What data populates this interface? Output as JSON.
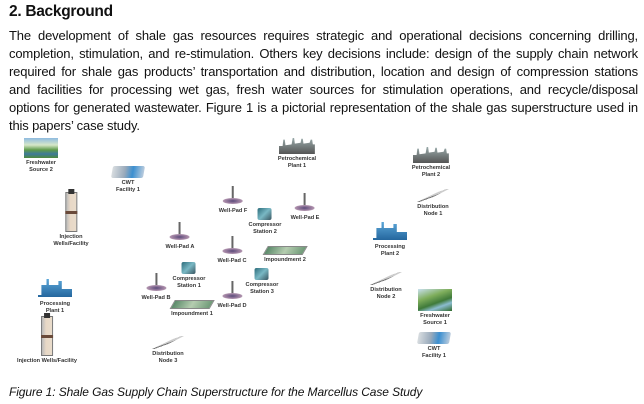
{
  "section": {
    "heading": "2. Background"
  },
  "paragraph_lines": [
    "The development of shale gas resources requires strategic and operational decisions concerning drilling,",
    "completion, stimulation, and re-stimulation. Others key decisions include: design of the supply chain network",
    "required for shale gas products’ transportation and distribution, location and design of compression stations",
    "and facilities for processing wet gas, fresh water sources for stimulation operations, and recycle/disposal",
    "options for generated wastewater. Figure 1 is a pictorial representation of the shale gas superstructure used in",
    "this papers’ case study."
  ],
  "figure": {
    "caption": "Figure 1: Shale Gas Supply Chain Superstructure for the Marcellus Case Study",
    "nodes": [
      {
        "label1": "Freshwater",
        "label2": "Source 2",
        "icon": "freshwater-icon"
      },
      {
        "label1": "CWT",
        "label2": "Facility 1",
        "icon": "cwt-facility-icon"
      },
      {
        "label1": "Injection",
        "label2": "Wells/Facility",
        "icon": "injection-well-icon"
      },
      {
        "label1": "Petrochemical",
        "label2": "Plant 1",
        "icon": "petrochemical-plant-icon"
      },
      {
        "label1": "Petrochemical",
        "label2": "Plant 2",
        "icon": "petrochemical-plant-icon"
      },
      {
        "label1": "Well-Pad F",
        "label2": "",
        "icon": "well-pad-icon"
      },
      {
        "label1": "Compressor",
        "label2": "Station 2",
        "icon": "compressor-icon"
      },
      {
        "label1": "Well-Pad E",
        "label2": "",
        "icon": "well-pad-icon"
      },
      {
        "label1": "Distribution",
        "label2": "Node 1",
        "icon": "pipeline-icon"
      },
      {
        "label1": "Well-Pad A",
        "label2": "",
        "icon": "well-pad-icon"
      },
      {
        "label1": "Processing",
        "label2": "Plant 2",
        "icon": "processing-plant-icon"
      },
      {
        "label1": "Well-Pad C",
        "label2": "",
        "icon": "well-pad-icon"
      },
      {
        "label1": "Impoundment 2",
        "label2": "",
        "icon": "impoundment-icon"
      },
      {
        "label1": "Compressor",
        "label2": "Station 1",
        "icon": "compressor-icon"
      },
      {
        "label1": "Compressor",
        "label2": "Station 3",
        "icon": "compressor-icon"
      },
      {
        "label1": "Distribution",
        "label2": "Node 2",
        "icon": "pipeline-icon"
      },
      {
        "label1": "Well-Pad B",
        "label2": "",
        "icon": "well-pad-icon"
      },
      {
        "label1": "Processing",
        "label2": "Plant 1",
        "icon": "processing-plant-icon"
      },
      {
        "label1": "Freshwater",
        "label2": "Source 1",
        "icon": "freshwater-icon"
      },
      {
        "label1": "Impoundment 1",
        "label2": "",
        "icon": "impoundment-icon"
      },
      {
        "label1": "Well-Pad D",
        "label2": "",
        "icon": "well-pad-icon"
      },
      {
        "label1": "CWT",
        "label2": "Facility 1",
        "icon": "cwt-facility-icon"
      },
      {
        "label1": "Injection Wells/Facility",
        "label2": "",
        "icon": "injection-well-icon"
      },
      {
        "label1": "Distribution",
        "label2": "Node 3",
        "icon": "pipeline-icon"
      }
    ]
  }
}
